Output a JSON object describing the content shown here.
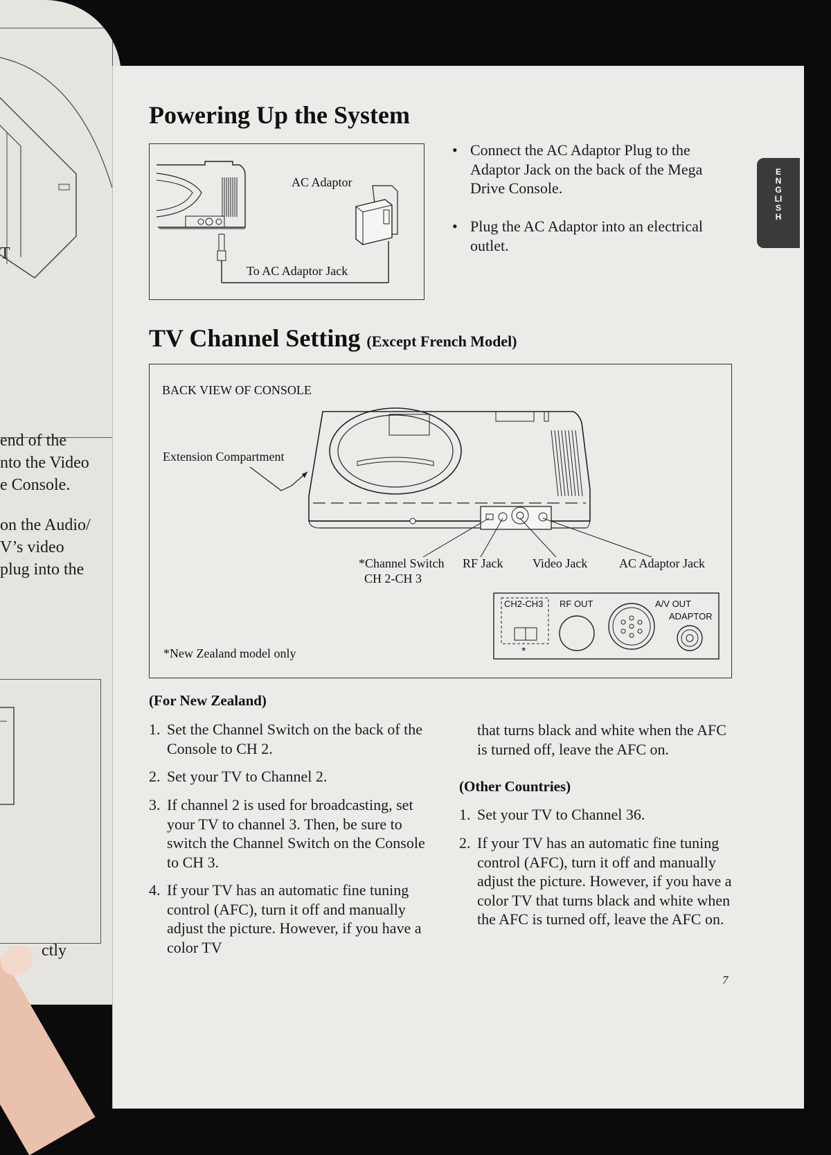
{
  "left_page": {
    "fragments": [
      "end of the",
      "nto the Video",
      "e Console.",
      "on the Audio/",
      "V’s video",
      "plug into the",
      "ctly"
    ],
    "letter_t": "T"
  },
  "section1": {
    "title": "Powering Up the System",
    "diagram": {
      "ac_adaptor_label": "AC Adaptor",
      "jack_label": "To AC Adaptor Jack"
    },
    "bullets": [
      "Connect the AC Adaptor Plug to the Adaptor Jack on the back of the Mega Drive Console.",
      "Plug the AC Adaptor into an electrical outlet."
    ]
  },
  "side_tab": "ENGLISH",
  "section2": {
    "title": "TV Channel Setting",
    "title_note": "(Except French Model)",
    "diagram": {
      "view_label": "BACK VIEW OF CONSOLE",
      "extension_label": "Extension Compartment",
      "channel_switch_label": "*Channel Switch",
      "channel_switch_sub": "CH 2-CH 3",
      "rf_jack_label": "RF Jack",
      "video_jack_label": "Video Jack",
      "ac_jack_label": "AC Adaptor Jack",
      "panel_ch": "CH2-CH3",
      "panel_rf": "RF OUT",
      "panel_av": "A/V OUT",
      "panel_adaptor": "ADAPTOR",
      "panel_star": "*",
      "footnote": "*New Zealand model only"
    }
  },
  "new_zealand": {
    "heading": "(For New Zealand)",
    "items": [
      {
        "n": "1.",
        "text": "Set the Channel Switch on the back of the Console to CH 2."
      },
      {
        "n": "2.",
        "text": "Set your TV to Channel 2."
      },
      {
        "n": "3.",
        "text": "If channel 2 is used for broadcasting, set your TV to channel 3. Then, be sure to switch the Channel Switch on the Console to CH 3."
      },
      {
        "n": "4.",
        "text": "If your TV has an automatic fine tuning control (AFC), turn it off and manually adjust the picture. However, if you have a color TV"
      }
    ],
    "continuation": "that turns black and white when the AFC is turned off, leave the AFC on."
  },
  "other_countries": {
    "heading": "(Other Countries)",
    "items": [
      {
        "n": "1.",
        "text": "Set your TV to Channel 36."
      },
      {
        "n": "2.",
        "text": "If your TV has an automatic fine tuning control (AFC), turn it off and manually adjust the picture. However, if you have a color TV that turns black and white when the AFC is turned off, leave the AFC on."
      }
    ]
  },
  "page_number": "7"
}
